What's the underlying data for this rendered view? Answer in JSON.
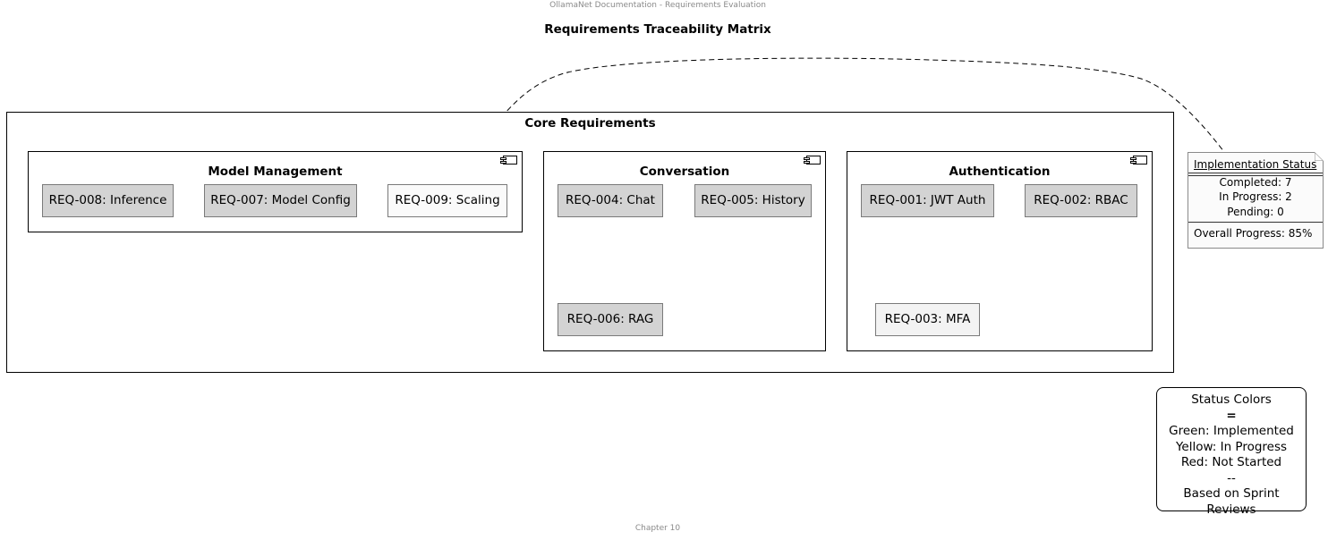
{
  "header": "OllamaNet Documentation - Requirements Evaluation",
  "title": "Requirements Traceability Matrix",
  "footer": "Chapter 10",
  "core": {
    "title": "Core Requirements",
    "model_management": {
      "title": "Model Management",
      "items": [
        "REQ-008: Inference",
        "REQ-007: Model Config",
        "REQ-009: Scaling"
      ]
    },
    "conversation": {
      "title": "Conversation",
      "items": [
        "REQ-004: Chat",
        "REQ-005: History",
        "REQ-006: RAG"
      ]
    },
    "authentication": {
      "title": "Authentication",
      "items": [
        "REQ-001: JWT Auth",
        "REQ-002: RBAC",
        "REQ-003: MFA"
      ]
    }
  },
  "note": {
    "title": "Implementation Status",
    "lines": [
      "Completed: 7",
      "In Progress: 2",
      "Pending: 0"
    ],
    "overall": "Overall Progress: 85%"
  },
  "legend": {
    "lines": [
      "Status Colors",
      "=",
      "Green: Implemented",
      "Yellow: In Progress",
      "Red: Not Started",
      "--",
      "Based on Sprint Reviews"
    ]
  },
  "colors": {
    "implemented_box": "#d3d3d3",
    "not_implemented_box": "#f3f3f3",
    "border": "#000000"
  }
}
